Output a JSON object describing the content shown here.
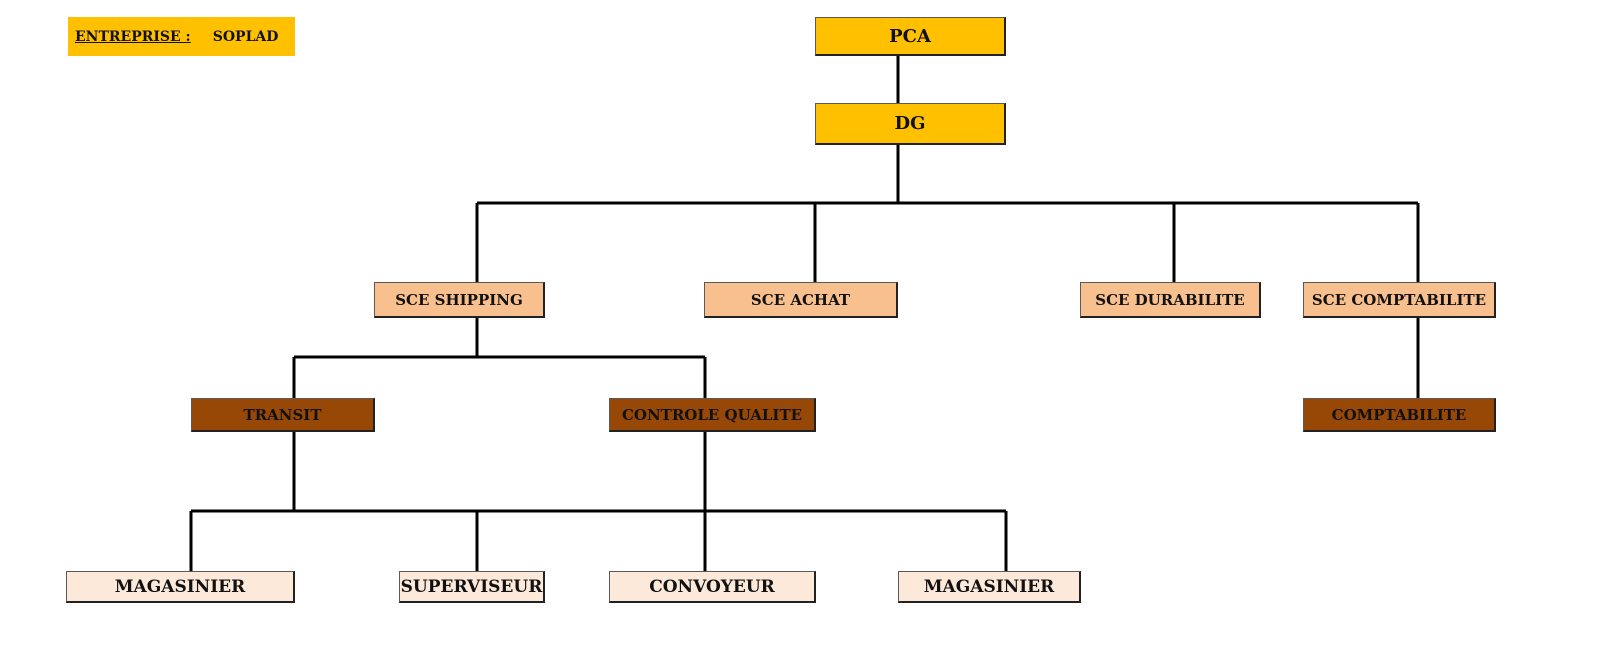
{
  "company": {
    "label": "ENTREPRISE :",
    "name": "SOPLAD",
    "bg_color": "#FFC000"
  },
  "colors": {
    "top": "#FFC000",
    "service": "#F8C08F",
    "department": "#974806",
    "staff": "#FDE9D9",
    "line": "#000000"
  },
  "nodes": {
    "pca": "PCA",
    "dg": "DG",
    "sce_shipping": "SCE SHIPPING",
    "sce_achat": "SCE ACHAT",
    "sce_durabilite": "SCE DURABILITE",
    "sce_comptabilite": "SCE COMPTABILITE",
    "transit": "TRANSIT",
    "controle_qualite": "CONTROLE QUALITE",
    "comptabilite": "COMPTABILITE",
    "magasinier_1": "MAGASINIER",
    "superviseur": "SUPERVISEUR",
    "convoyeur": "CONVOYEUR",
    "magasinier_2": "MAGASINIER"
  },
  "edges": [
    [
      "pca",
      "dg"
    ],
    [
      "dg",
      "sce_shipping"
    ],
    [
      "dg",
      "sce_achat"
    ],
    [
      "dg",
      "sce_durabilite"
    ],
    [
      "dg",
      "sce_comptabilite"
    ],
    [
      "sce_shipping",
      "transit"
    ],
    [
      "sce_shipping",
      "controle_qualite"
    ],
    [
      "sce_comptabilite",
      "comptabilite"
    ],
    [
      "transit",
      "magasinier_1"
    ],
    [
      "transit",
      "superviseur"
    ],
    [
      "controle_qualite",
      "convoyeur"
    ],
    [
      "controle_qualite",
      "magasinier_2"
    ]
  ]
}
